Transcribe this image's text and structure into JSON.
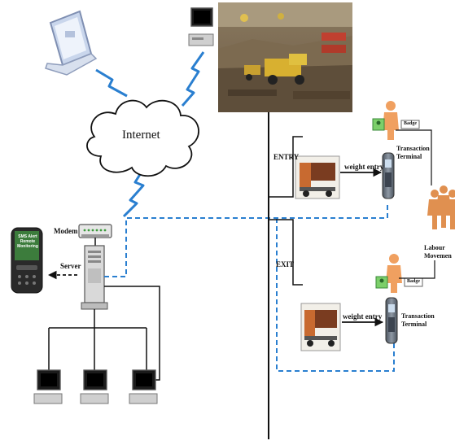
{
  "labels": {
    "internet": "Internet",
    "modem": "Modem",
    "server": "Server",
    "entry": "ENTRY",
    "exit": "EXIT",
    "weight_entry_top": "weight entry",
    "weight_entry_bottom": "weight entry",
    "transaction_terminal_top": "Transaction Terminal",
    "transaction_terminal_bottom": "Transaction Terminal",
    "labour_movement": "Labour Movemen",
    "badge_top": "Badge",
    "badge_bottom": "Badge",
    "sms_alert": "SMS Alert Remote Monitoring"
  },
  "colors": {
    "signal": "#2a7fd0",
    "dashed_link": "#2a7fd0",
    "line": "#111111",
    "person": "#f0a060",
    "terminal": "#6a7480"
  }
}
